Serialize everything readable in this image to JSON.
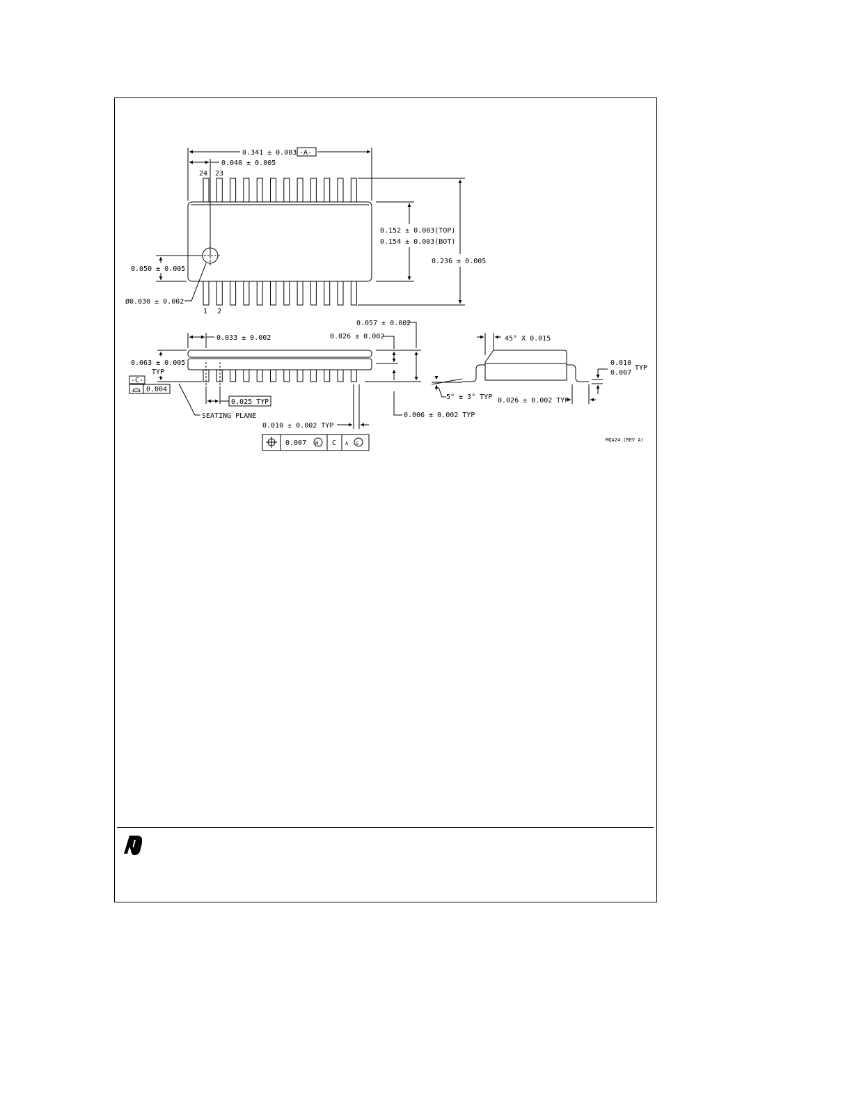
{
  "drawing_id": "MQA24 (REV A)",
  "logo_letter": "N",
  "top_view": {
    "overall_length": "0.341 ± 0.003",
    "datum_a": "-A-",
    "pitch_offset": "0.040 ± 0.005",
    "pin_24": "24",
    "pin_23": "23",
    "pin_1": "1",
    "pin_2": "2",
    "body_width_top": "0.152 ± 0.003(TOP)",
    "body_width_bot": "0.154 ± 0.003(BOT)",
    "overall_width": "0.236 ± 0.005",
    "mark_offset": "0.050 ± 0.005",
    "mark_diameter": "Ø0.030 ± 0.002"
  },
  "side_view": {
    "end_offset": "0.033 ± 0.002",
    "height_total": "0.057 ± 0.002",
    "height_body": "0.026 ± 0.002",
    "standoff_1": "0.063 ± 0.005",
    "standoff_2": "TYP",
    "datum_c": "-C-",
    "flatness": "0.004",
    "lead_pitch": "0.025 TYP",
    "seating_plane": "SEATING PLANE",
    "lead_width": "0.010  ± 0.002 TYP",
    "standoff_typ": "0.006 ± 0.002 TYP",
    "position_tol": "0.007",
    "mod_m": "M",
    "ref_c": "C",
    "ref_a": "A",
    "mod_s": "S"
  },
  "end_view": {
    "chamfer": "45° X 0.015",
    "lead_thick_1": "0.010",
    "lead_thick_2": "0.007",
    "lead_thick_typ": "TYP",
    "foot_angle": "5° ± 3° TYP",
    "foot_length": "0.026 ± 0.002 TYP"
  }
}
